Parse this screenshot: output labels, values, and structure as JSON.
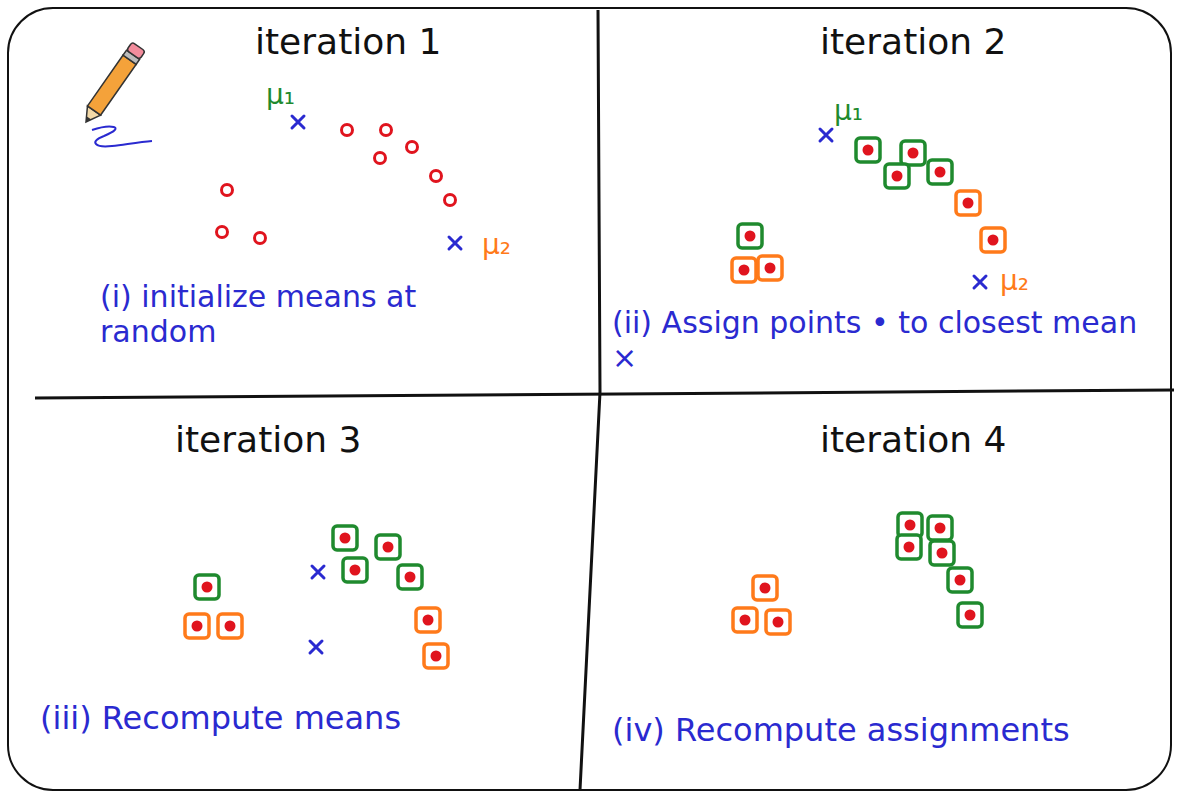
{
  "diagram": {
    "nodes": [
      {
        "text": [
          "iteration 1",
          "(i) initialize means at random"
        ]
      },
      {
        "text": [
          "iteration 2",
          "(ii) Assign points • to closest mean ×"
        ]
      },
      {
        "text": [
          "iteration 3",
          "(iii) Recompute means"
        ]
      },
      {
        "text": [
          "iteration 4",
          "(iv) Recompute assignments"
        ]
      }
    ],
    "labels": [
      "μ₁",
      "μ₂",
      "μ₁",
      "μ₂"
    ]
  }
}
